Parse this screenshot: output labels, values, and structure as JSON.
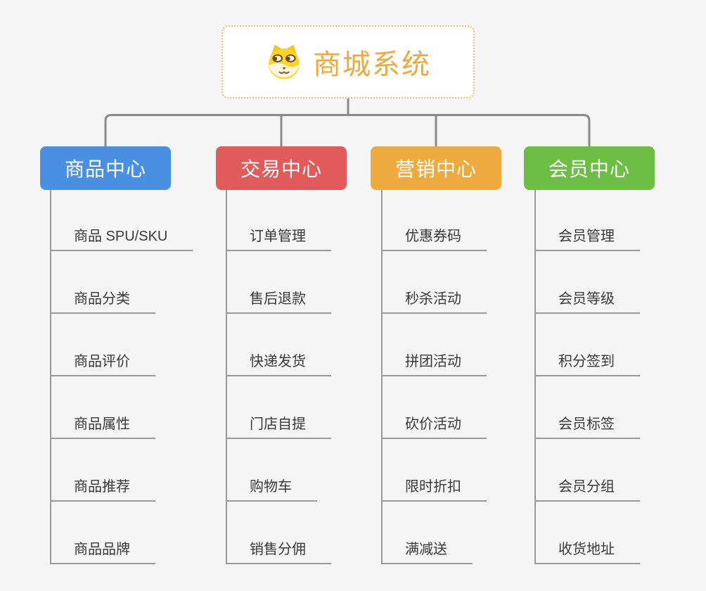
{
  "root": {
    "title": "商城系统",
    "icon": "shiba-dog-icon"
  },
  "branches": [
    {
      "label": "商品中心",
      "color": "#4a90e2",
      "items": [
        "商品 SPU/SKU",
        "商品分类",
        "商品评价",
        "商品属性",
        "商品推荐",
        "商品品牌"
      ]
    },
    {
      "label": "交易中心",
      "color": "#e25b5b",
      "items": [
        "订单管理",
        "售后退款",
        "快递发货",
        "门店自提",
        "购物车",
        "销售分佣"
      ]
    },
    {
      "label": "营销中心",
      "color": "#edaa3e",
      "items": [
        "优惠券码",
        "秒杀活动",
        "拼团活动",
        "砍价活动",
        "限时折扣",
        "满减送"
      ]
    },
    {
      "label": "会员中心",
      "color": "#6cbe45",
      "items": [
        "会员管理",
        "会员等级",
        "积分签到",
        "会员标签",
        "会员分组",
        "收货地址"
      ]
    }
  ],
  "colors": {
    "background": "#f5f5f5",
    "root_title": "#f2a93b",
    "root_border": "#f0c06a",
    "connector": "#8a8a8a",
    "item_underline": "#9a9a9a",
    "item_text": "#383838"
  }
}
